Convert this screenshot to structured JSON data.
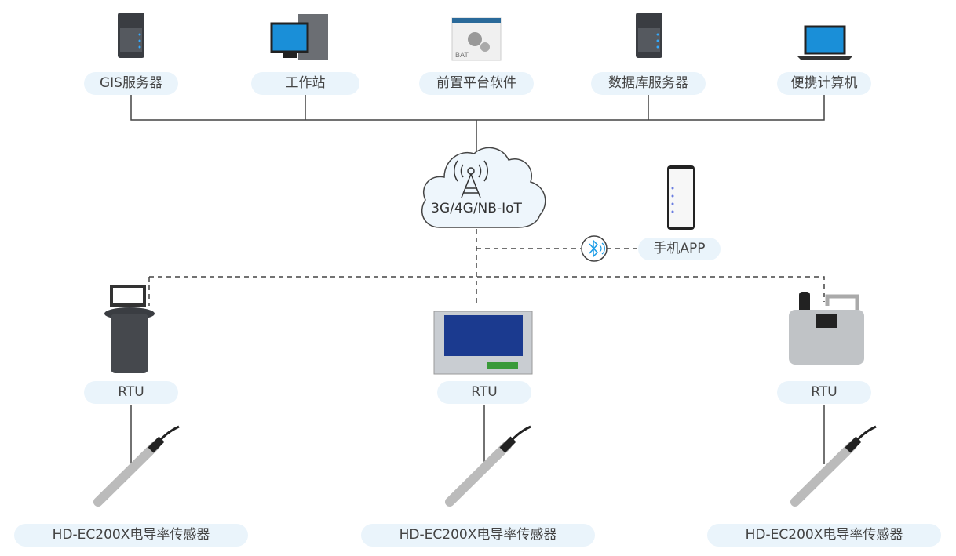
{
  "top_nodes": [
    {
      "label": "GIS服务器",
      "icon": "server-icon"
    },
    {
      "label": "工作站",
      "icon": "workstation-icon"
    },
    {
      "label": "前置平台软件",
      "icon": "bat-software-icon"
    },
    {
      "label": "数据库服务器",
      "icon": "server-icon"
    },
    {
      "label": "便携计算机",
      "icon": "laptop-icon"
    }
  ],
  "network": {
    "label": "3G/4G/NB-IoT",
    "icon": "cell-tower-icon"
  },
  "mobile": {
    "label": "手机APP",
    "icon": "smartphone-icon",
    "link_icon": "bluetooth-icon"
  },
  "rtus": [
    {
      "label": "RTU"
    },
    {
      "label": "RTU"
    },
    {
      "label": "RTU"
    }
  ],
  "sensors": [
    {
      "label": "HD-EC200X电导率传感器"
    },
    {
      "label": "HD-EC200X电导率传感器"
    },
    {
      "label": "HD-EC200X电导率传感器"
    }
  ],
  "colors": {
    "pill": "#eaf4fb",
    "cloud": "#eef6fc",
    "line": "#444444",
    "bluetooth": "#1a9be6"
  }
}
